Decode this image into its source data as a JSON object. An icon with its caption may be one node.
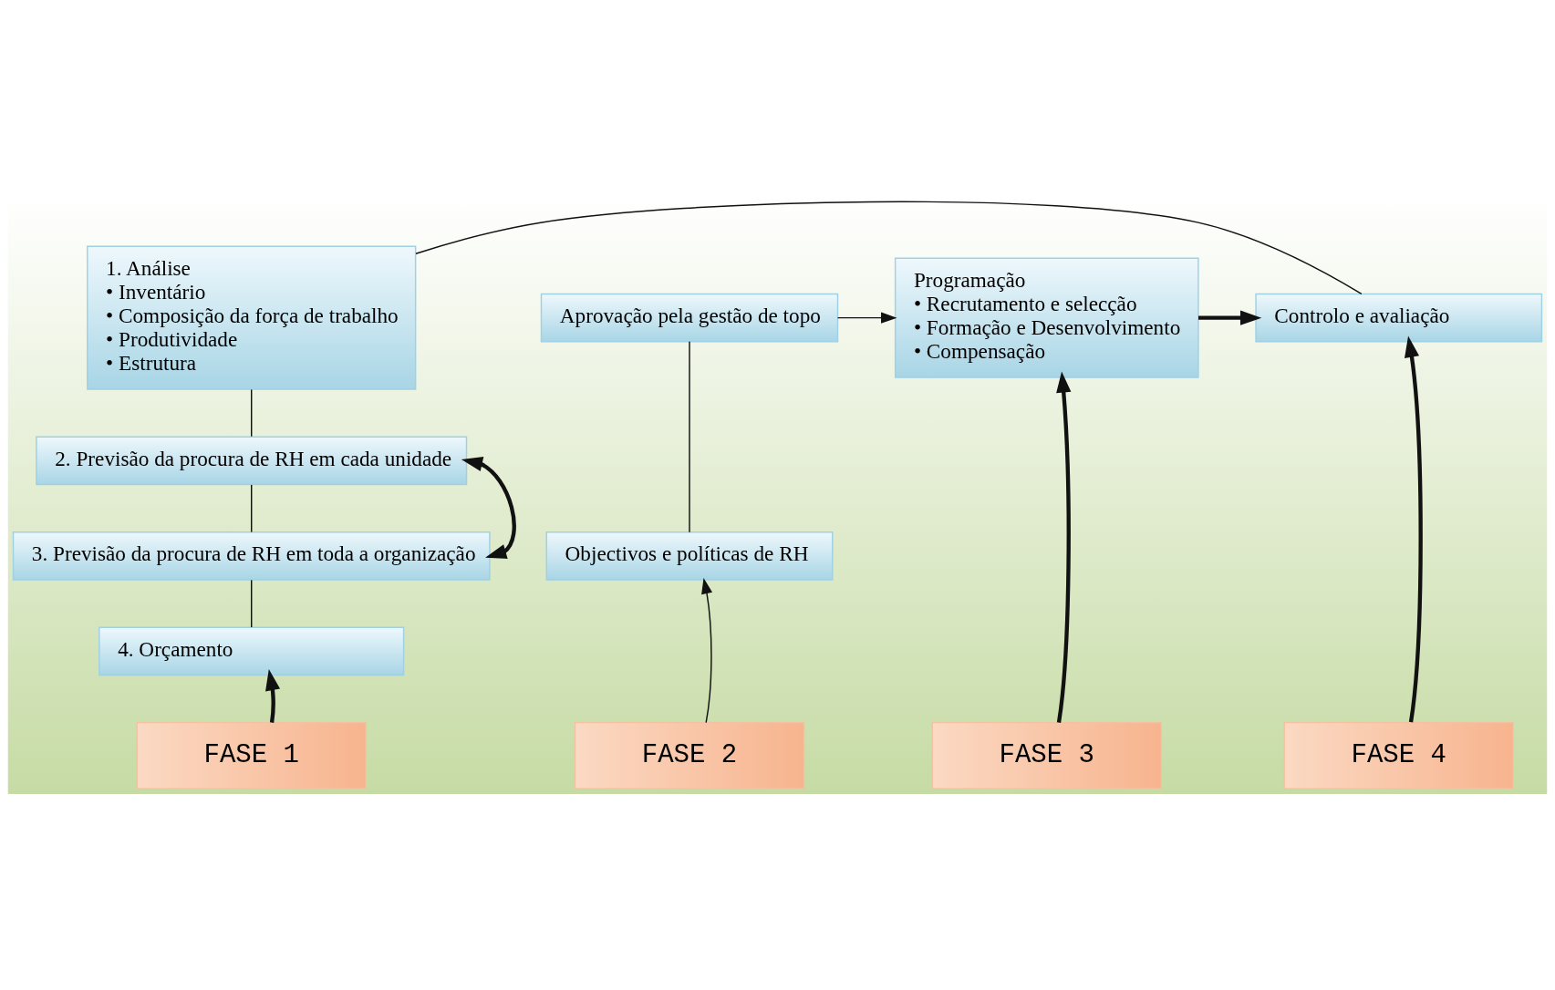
{
  "diagram": {
    "nodes": [
      {
        "text": [
          "1. Análise",
          "• Inventário",
          "• Composição da força de trabalho",
          "• Produtividade",
          "• Estrutura"
        ]
      },
      {
        "text": [
          "2. Previsão da procura de RH em cada unidade"
        ]
      },
      {
        "text": [
          "3. Previsão da procura de RH em toda a organização"
        ]
      },
      {
        "text": [
          "4. Orçamento"
        ]
      },
      {
        "text": [
          "Aprovação pela gestão de topo"
        ]
      },
      {
        "text": [
          "Objectivos e políticas de RH"
        ]
      },
      {
        "text": [
          "Programação",
          "• Recrutamento e selecção",
          "• Formação e Desenvolvimento",
          "• Compensação"
        ]
      },
      {
        "text": [
          "Controlo e avaliação"
        ]
      },
      {
        "text": [
          "FASE 1"
        ]
      },
      {
        "text": [
          "FASE 2"
        ]
      },
      {
        "text": [
          "FASE 3"
        ]
      },
      {
        "text": [
          "FASE 4"
        ]
      }
    ],
    "edges": [
      {
        "from": 0,
        "to": 1,
        "arrow": "none"
      },
      {
        "from": 1,
        "to": 2,
        "arrow": "none"
      },
      {
        "from": 2,
        "to": 3,
        "arrow": "none"
      },
      {
        "from": 1,
        "to": 2,
        "arrow": "both",
        "style": "thick"
      },
      {
        "from": 4,
        "to": 5,
        "arrow": "none"
      },
      {
        "from": 4,
        "to": 6,
        "arrow": "to"
      },
      {
        "from": 6,
        "to": 7,
        "arrow": "to",
        "style": "thick"
      },
      {
        "from": 7,
        "to": 0,
        "arrow": "none"
      },
      {
        "from": 8,
        "to": 3,
        "arrow": "to",
        "style": "thick"
      },
      {
        "from": 9,
        "to": 5,
        "arrow": "to"
      },
      {
        "from": 10,
        "to": 6,
        "arrow": "to",
        "style": "thick"
      },
      {
        "from": 11,
        "to": 7,
        "arrow": "to",
        "style": "thick"
      }
    ]
  }
}
